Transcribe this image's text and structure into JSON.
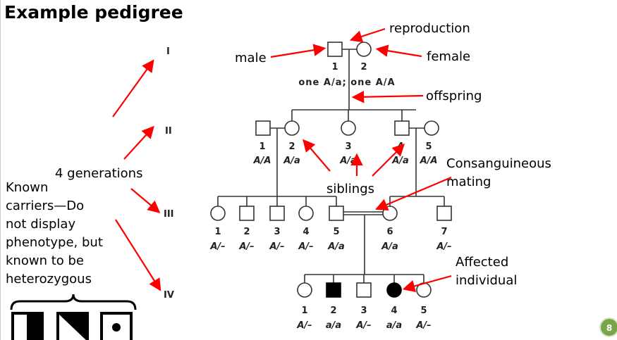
{
  "title": "Example pedigree",
  "generations": {
    "label": "4 generations",
    "numerals": [
      "I",
      "II",
      "III",
      "IV"
    ]
  },
  "carriers": {
    "lines": [
      "Known",
      "carriers—Do",
      "not display",
      "phenotype, but",
      "known to be",
      "heterozygous"
    ]
  },
  "annotations": {
    "reproduction": "reproduction",
    "male": "male",
    "female": "female",
    "offspring": "offspring",
    "siblings": "siblings",
    "consanguineous": [
      "Consanguineous",
      "mating"
    ],
    "affected": [
      "Affected",
      "individual"
    ]
  },
  "gen1": {
    "numbers": [
      "1",
      "2"
    ],
    "note": "one A/a; one A/A"
  },
  "gen2": {
    "numbers": [
      "1",
      "2",
      "3",
      "4",
      "5"
    ],
    "genotypes": [
      "A/A",
      "A/a",
      "A/a",
      "A/a",
      "A/A"
    ]
  },
  "gen3": {
    "numbers": [
      "1",
      "2",
      "3",
      "4",
      "5",
      "6",
      "7"
    ],
    "genotypes": [
      "A/–",
      "A/–",
      "A/–",
      "A/–",
      "A/a",
      "A/a",
      "A/–"
    ]
  },
  "gen4": {
    "numbers": [
      "1",
      "2",
      "3",
      "4",
      "5"
    ],
    "genotypes": [
      "A/–",
      "a/a",
      "A/–",
      "a/a",
      "A/–"
    ],
    "affected": [
      false,
      true,
      false,
      true,
      false
    ]
  },
  "page_number": "8",
  "colors": {
    "arrow": "#ff0000",
    "badge": "#7aa54a"
  }
}
